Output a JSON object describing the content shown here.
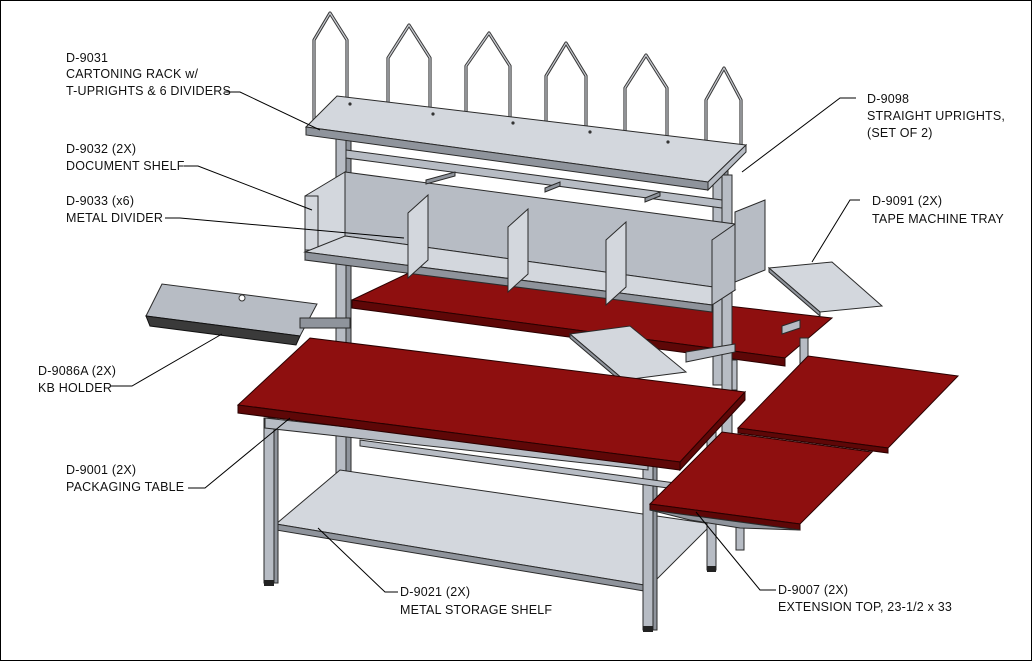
{
  "callouts": {
    "cartoning_rack": {
      "line1": "D-9031",
      "line2": "CARTONING RACK w/",
      "line3": "T-UPRIGHTS & 6 DIVIDERS"
    },
    "document_shelf": {
      "line1": "D-9032 (2X)",
      "line2": "DOCUMENT SHELF"
    },
    "metal_divider": {
      "line1": "D-9033 (x6)",
      "line2": "METAL DIVIDER"
    },
    "kb_holder": {
      "line1": "D-9086A (2X)",
      "line2": "KB HOLDER"
    },
    "packaging_table": {
      "line1": "D-9001  (2X)",
      "line2": "PACKAGING TABLE"
    },
    "storage_shelf": {
      "line1": "D-9021 (2X)",
      "line2": "METAL STORAGE SHELF"
    },
    "straight_uprights": {
      "line1": "D-9098",
      "line2": "STRAIGHT UPRIGHTS,",
      "line3": "(SET OF 2)"
    },
    "tape_tray": {
      "line1": "D-9091 (2X)",
      "line2": "TAPE MACHINE TRAY"
    },
    "extension_top": {
      "line1": "D-9007 (2X)",
      "line2": "EXTENSION TOP, 23-1/2 x 33"
    }
  },
  "colors": {
    "table_top": "#8e0f0f",
    "steel": "#b7bcc4",
    "outline": "#2a2a2a"
  }
}
